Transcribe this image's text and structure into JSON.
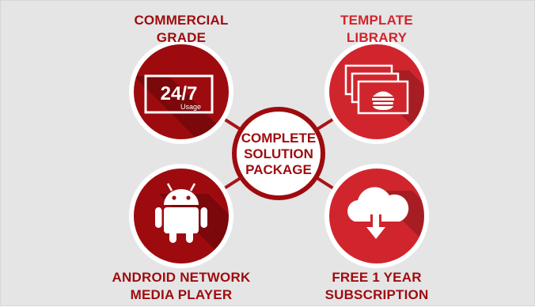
{
  "colors": {
    "background": "#e5e5e5",
    "dark_red": "#9e0b0f",
    "bright_red": "#d1252d",
    "connector": "#a8141a",
    "white": "#ffffff"
  },
  "center": {
    "label": "COMPLETE\nSOLUTION\nPACKAGE"
  },
  "nodes": [
    {
      "label": "COMMERCIAL\nGRADE",
      "icon": "clock-24-7-icon",
      "badge_main": "24/7",
      "badge_sub": "Usage",
      "label_color": "#9e0b0f",
      "circle_color": "#9e0b0f"
    },
    {
      "label": "TEMPLATE\nLIBRARY",
      "icon": "menu-templates-icon",
      "label_color": "#d1252d",
      "circle_color": "#d1252d"
    },
    {
      "label": "ANDROID NETWORK\nMEDIA PLAYER",
      "icon": "android-icon",
      "label_color": "#9e0b0f",
      "circle_color": "#9e0b0f"
    },
    {
      "label": "FREE 1 YEAR\nSUBSCRIPTION",
      "icon": "cloud-download-icon",
      "label_color": "#9e0b0f",
      "circle_color": "#d1252d"
    }
  ]
}
